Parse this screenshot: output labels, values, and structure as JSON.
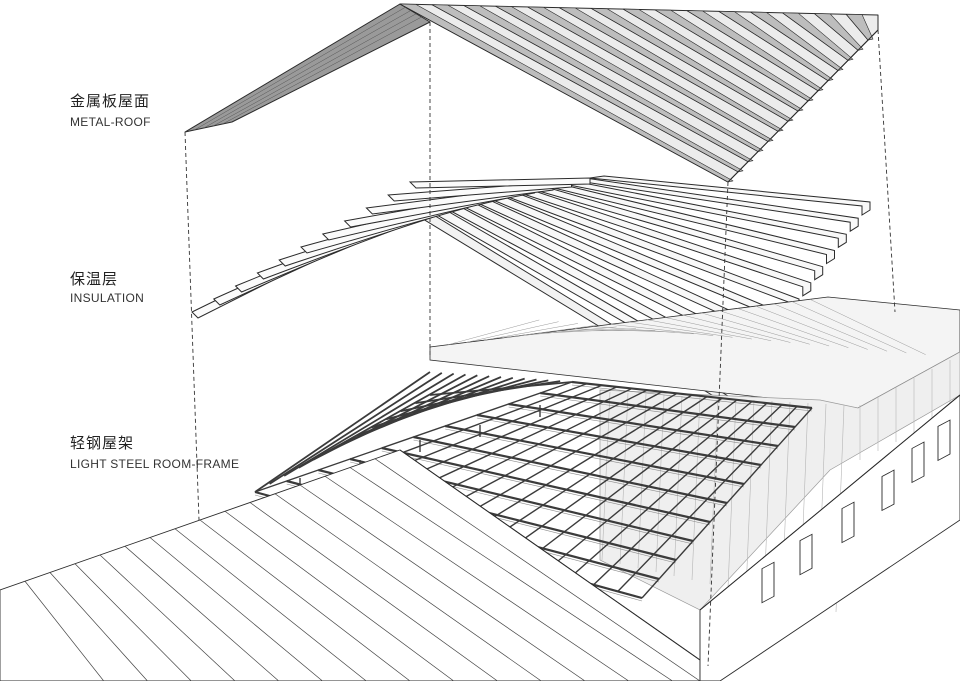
{
  "labels": {
    "roof": {
      "zh": "金属板屋面",
      "en": "METAL-ROOF"
    },
    "insulation": {
      "zh": "保温层",
      "en": "INSULATION"
    },
    "frame": {
      "zh": "轻钢屋架",
      "en": "LIGHT STEEL ROOM-FRAME"
    }
  },
  "colors": {
    "stroke": "#2b2b2b",
    "roof_dark": "#9c9c9c",
    "roof_light": "#ececec",
    "insulation": "#f6f6f6",
    "frame": "#555555",
    "glass": "#e9e9e9"
  }
}
